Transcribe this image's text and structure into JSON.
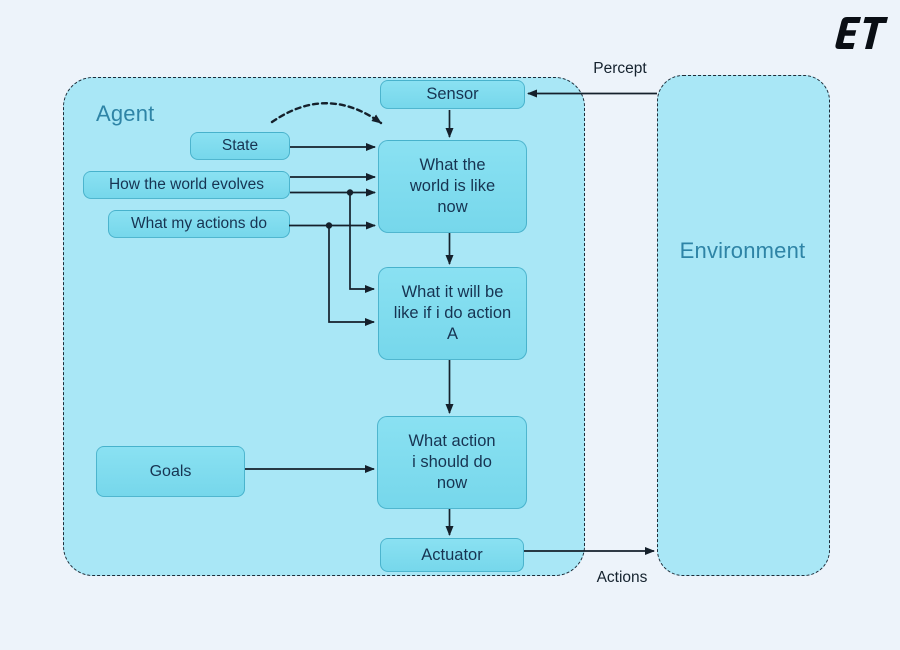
{
  "logo": {
    "text": "ET"
  },
  "agent": {
    "label": "Agent"
  },
  "environment": {
    "label": "Environment"
  },
  "nodes": {
    "sensor": "Sensor",
    "state": "State",
    "world_evolves": "How the world evolves",
    "actions_do": "What my actions do",
    "world_now": "What the\nworld is like\nnow",
    "world_future": "What it will be\nlike if i do action\nA",
    "goals": "Goals",
    "action_now": "What action\ni should do\nnow",
    "actuator": "Actuator"
  },
  "edge_labels": {
    "percept": "Percept",
    "actions": "Actions"
  },
  "edges": [
    {
      "from": "Environment",
      "to": "Sensor",
      "label": "Percept"
    },
    {
      "from": "Sensor",
      "to": "What the world is like now"
    },
    {
      "from": "State",
      "to": "What the world is like now"
    },
    {
      "from": "How the world evolves",
      "to": "What the world is like now"
    },
    {
      "from": "How the world evolves",
      "to": "What it will be like if i do action A"
    },
    {
      "from": "What my actions do",
      "to": "What the world is like now"
    },
    {
      "from": "What my actions do",
      "to": "What it will be like if i do action A"
    },
    {
      "from": "What the world is like now",
      "to": "What it will be like if i do action A",
      "style": "dashed-arc also links State area to What the world is like now"
    },
    {
      "from": "What it will be like if i do action A",
      "to": "What action i should do now"
    },
    {
      "from": "Goals",
      "to": "What action i should do now"
    },
    {
      "from": "What action i should do now",
      "to": "Actuator"
    },
    {
      "from": "Actuator",
      "to": "Environment",
      "label": "Actions"
    }
  ],
  "colors": {
    "page_background": "#edf3fa",
    "container_fill": "#a9e7f6",
    "node_fill": "#7edcee",
    "node_border": "#3ab4cf",
    "node_text": "#173452",
    "zone_label": "#2e84a6",
    "line": "#15202b",
    "logo": "#0a0e14"
  }
}
